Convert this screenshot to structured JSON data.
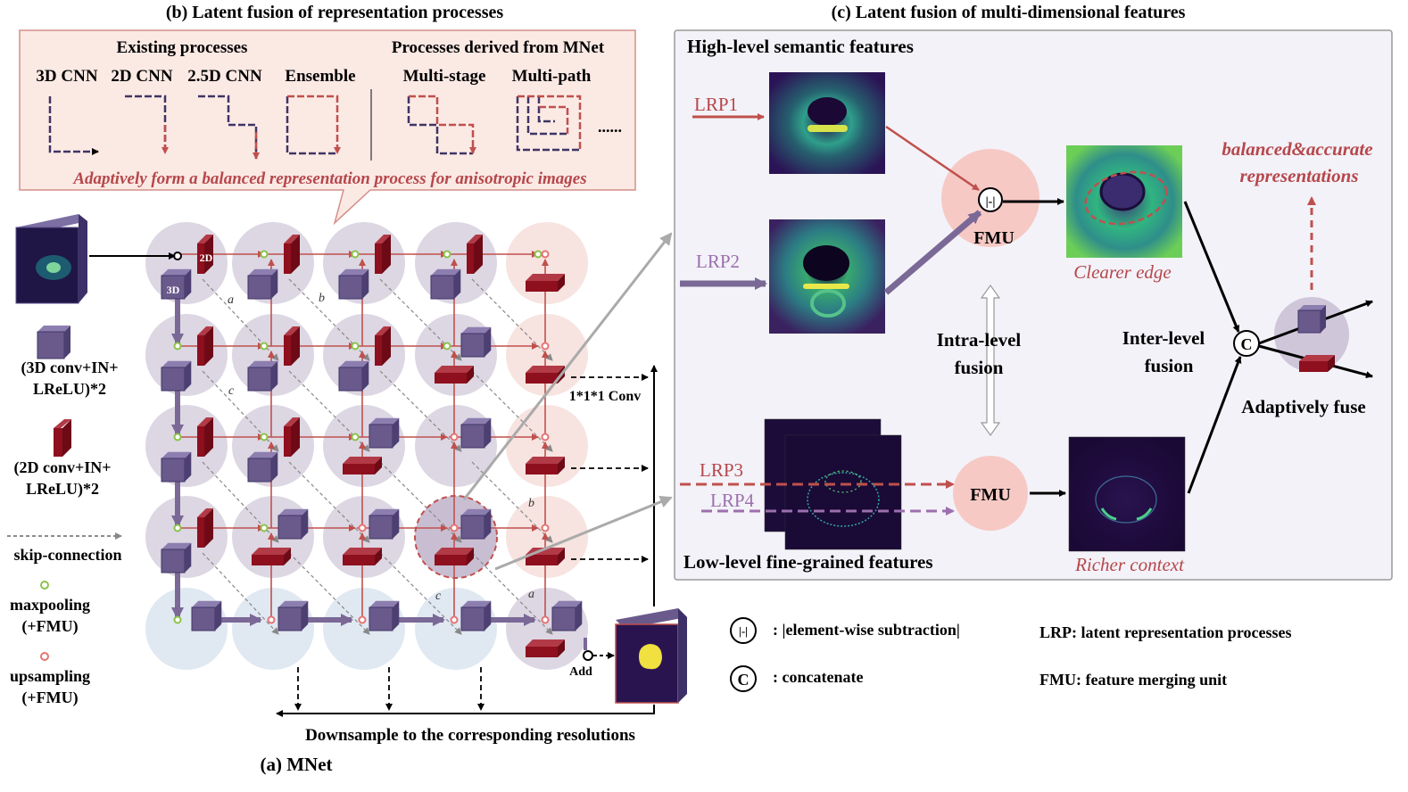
{
  "titles": {
    "b": "(b) Latent fusion of representation processes",
    "c": "(c) Latent fusion of multi-dimensional features",
    "a": "(a) MNet"
  },
  "panel_b": {
    "existing_header": "Existing processes",
    "derived_header": "Processes derived from MNet",
    "labels": [
      "3D CNN",
      "2D CNN",
      "2.5D CNN",
      "Ensemble",
      "Multi-stage",
      "Multi-path"
    ],
    "ellipsis": "......",
    "caption": "Adaptively form a balanced representation process for anisotropic images"
  },
  "grid": {
    "tag_2d": "2D",
    "tag_3d": "3D",
    "skip_letters": [
      "a",
      "b",
      "c",
      "b",
      "c",
      "a"
    ],
    "conv_label": "1*1*1 Conv",
    "add_label": "Add",
    "downsample_label": "Downsample to the corresponding resolutions"
  },
  "legend_left": {
    "conv3d": [
      "(3D conv+IN+",
      "LReLU)*2"
    ],
    "conv2d": [
      "(2D conv+IN+",
      "LReLU)*2"
    ],
    "skip": "skip-connection",
    "maxpool": [
      "maxpooling",
      "(+FMU)"
    ],
    "upsample": [
      "upsampling",
      "(+FMU)"
    ]
  },
  "panel_c": {
    "high_level": "High-level semantic features",
    "low_level": "Low-level fine-grained features",
    "lrp": [
      "LRP1",
      "LRP2",
      "LRP3",
      "LRP4"
    ],
    "fmu": "FMU",
    "subtract_symbol": "|-|",
    "concat_symbol": "C",
    "clearer_edge": "Clearer edge",
    "richer_context": "Richer context",
    "intra": [
      "Intra-level",
      "fusion"
    ],
    "inter": [
      "Inter-level",
      "fusion"
    ],
    "adaptive": "Adaptively fuse",
    "balanced": [
      "balanced&accurate",
      "representations"
    ]
  },
  "legend_bottom": {
    "subtract": ": |element-wise subtraction|",
    "concat": ": concatenate",
    "lrp_def": "LRP:  latent representation processes",
    "fmu_def": "FMU: feature merging unit"
  },
  "colors": {
    "purple_cube": "#6a5a8c",
    "red_block": "#8e0f1e",
    "red_arrow": "#c0504d",
    "lilac_arrow": "#7a6896",
    "pink_panel": "#fbe9e4",
    "grid_circle": "#d6d0de",
    "maxpool_dot": "#8bc34a",
    "upsample_dot": "#e57373",
    "fmu_circle": "#f6c9c5",
    "panel_c_bg": "#f3f2f8"
  }
}
